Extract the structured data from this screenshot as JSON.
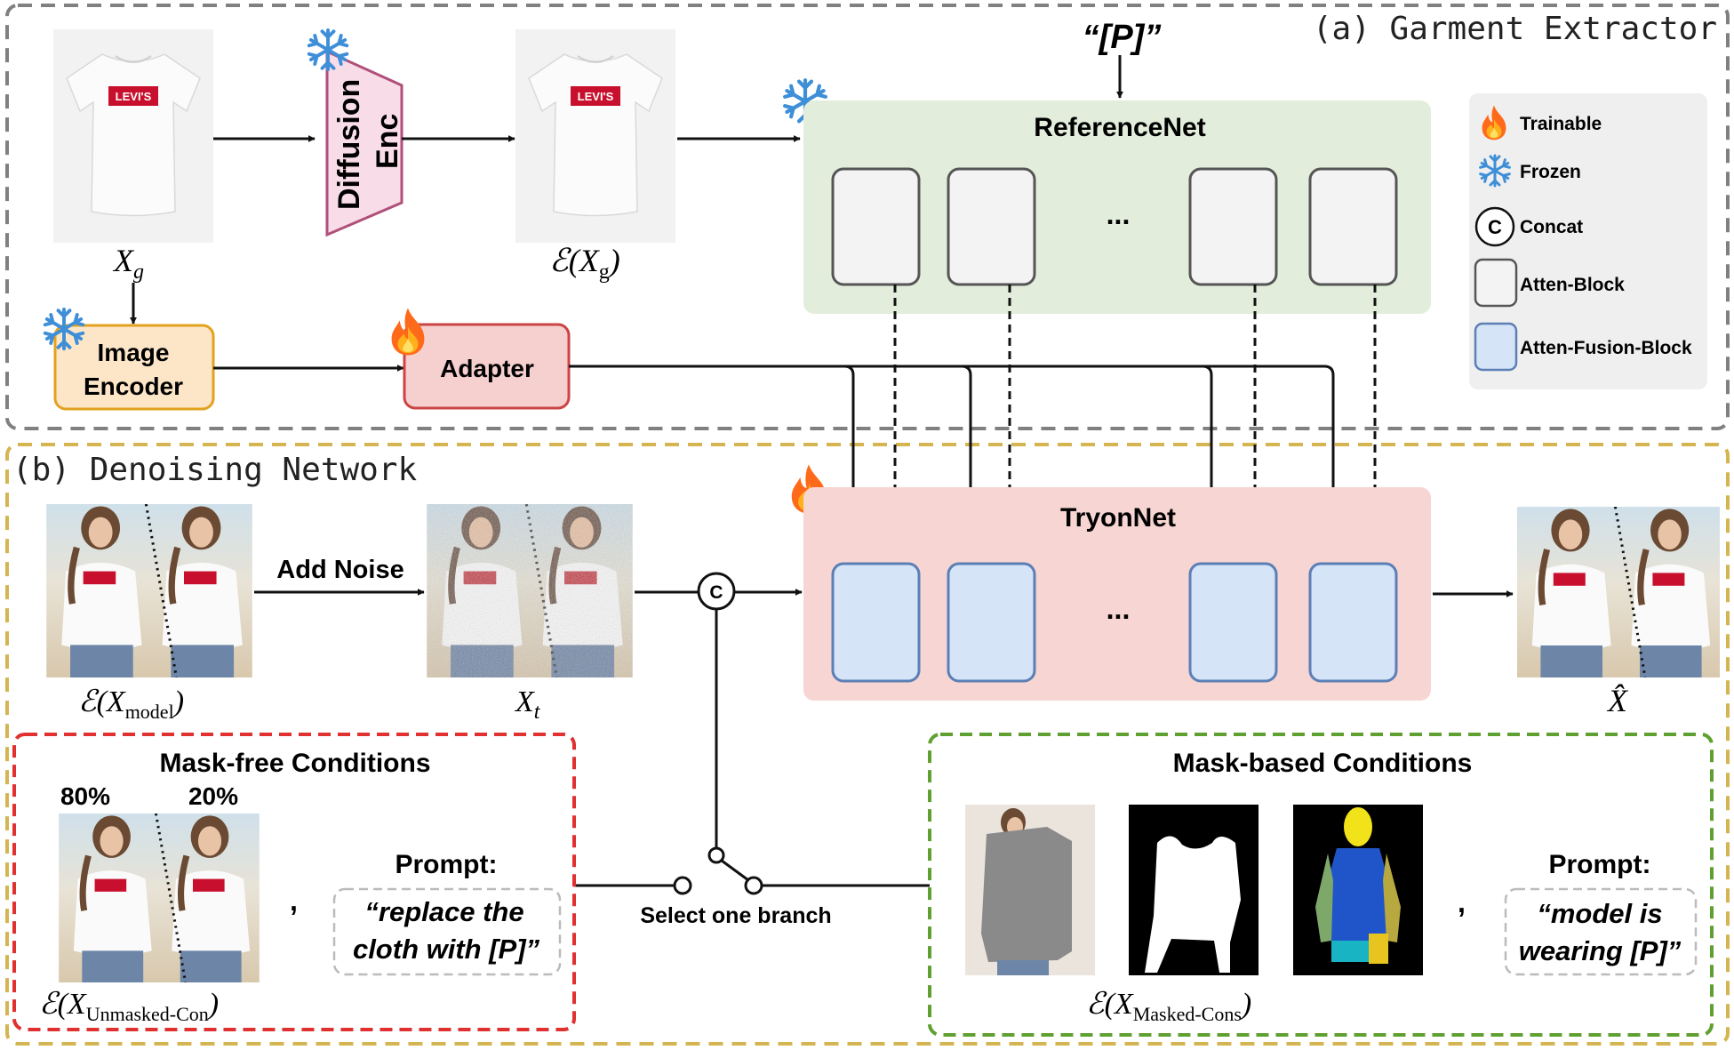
{
  "sections": {
    "garment_extractor": "(a) Garment Extractor",
    "denoising_network": "(b) Denoising Network"
  },
  "prompt_token": "“[P]”",
  "blocks": {
    "diffusion_enc_line1": "Diffusion",
    "diffusion_enc_line2": "Enc",
    "referencenet": "ReferenceNet",
    "tryonnet": "TryonNet",
    "image_encoder_line1": "Image",
    "image_encoder_line2": "Encoder",
    "adapter": "Adapter",
    "ellipsis": "..."
  },
  "labels": {
    "xg_main": "X",
    "xg_sub": "g",
    "enc_xg_main": "ℰ(X",
    "enc_xg_sub": "g",
    "enc_xg_close": ")",
    "add_noise": "Add Noise",
    "enc_model_main": "ℰ(X",
    "enc_model_sub": "model",
    "enc_model_close": ")",
    "xt_main": "X",
    "xt_sub": "t",
    "xhat": "X̂",
    "concat_symbol": "C",
    "select_branch": "Select one branch"
  },
  "legend": {
    "trainable": "Trainable",
    "frozen": "Frozen",
    "concat_symbol": "C",
    "concat": "Concat",
    "atten_block": "Atten-Block",
    "atten_fusion_block": "Atten-Fusion-Block"
  },
  "mask_free": {
    "title": "Mask-free Conditions",
    "pct_left": "80%",
    "pct_right": "20%",
    "prompt_title": "Prompt:",
    "prompt_line1": "“replace the",
    "prompt_line2": "cloth with [P]”",
    "comma": ",",
    "caption_main": "ℰ(X",
    "caption_sub": "Unmasked-Con",
    "caption_close": ")"
  },
  "mask_based": {
    "title": "Mask-based Conditions",
    "prompt_title": "Prompt:",
    "prompt_line1": "“model is",
    "prompt_line2": "wearing [P]”",
    "comma": ",",
    "caption_main": "ℰ(X",
    "caption_sub": "Masked-Cons",
    "caption_close": ")"
  },
  "brand_text": "LEVI'S",
  "colors": {
    "referencenet_bg": "#e2eedb",
    "tryonnet_bg": "#f6d5d2",
    "atten_block_fill": "#f3f3f3",
    "atten_block_stroke": "#555555",
    "fusion_block_fill": "#d6e4f7",
    "fusion_block_stroke": "#5b7fb6",
    "image_encoder_fill": "#fde6c8",
    "image_encoder_stroke": "#e2a21e",
    "adapter_fill": "#f6cfcf",
    "adapter_stroke": "#cc4444",
    "diffusion_enc_fill": "#f8dce8",
    "diffusion_enc_stroke": "#b0507a",
    "garment_border": "#808080",
    "denoising_border": "#d4b552",
    "mask_free_border": "#e03030",
    "mask_based_border": "#60a030",
    "legend_bg": "#efefef",
    "frozen_icon": "#3e8fd8",
    "trainable_icon": "#ff6a1a"
  },
  "icons": [
    "snowflake-icon",
    "fire-icon"
  ]
}
